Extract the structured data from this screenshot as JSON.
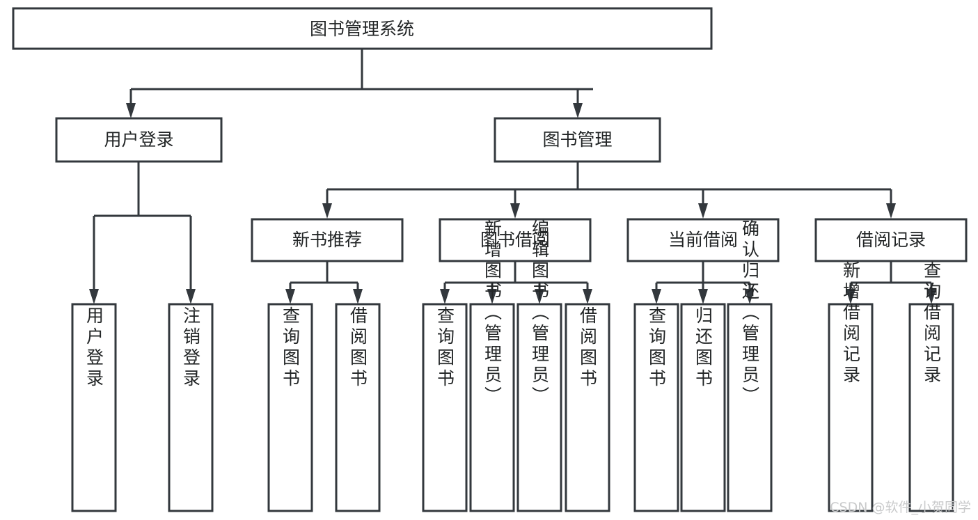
{
  "diagram": {
    "type": "tree-hierarchy",
    "title": "图书管理系统",
    "root": {
      "id": "root",
      "label": "图书管理系统"
    },
    "level2": [
      {
        "id": "user-login",
        "label": "用户登录"
      },
      {
        "id": "book-manage",
        "label": "图书管理"
      }
    ],
    "level3": [
      {
        "id": "new-book-rec",
        "label": "新书推荐",
        "parent": "book-manage"
      },
      {
        "id": "book-borrow",
        "label": "图书借阅",
        "parent": "book-manage"
      },
      {
        "id": "current-borrow",
        "label": "当前借阅",
        "parent": "book-manage"
      },
      {
        "id": "borrow-record",
        "label": "借阅记录",
        "parent": "book-manage"
      }
    ],
    "leaves": [
      {
        "id": "leaf-user-login",
        "label": "用户登录",
        "parent": "user-login"
      },
      {
        "id": "leaf-logout",
        "label": "注销登录",
        "parent": "user-login"
      },
      {
        "id": "leaf-query-book-1",
        "label": "查询图书",
        "parent": "new-book-rec"
      },
      {
        "id": "leaf-borrow-book-1",
        "label": "借阅图书",
        "parent": "new-book-rec"
      },
      {
        "id": "leaf-query-book-2",
        "label": "查询图书",
        "parent": "book-borrow"
      },
      {
        "id": "leaf-add-book",
        "label": "新增图书（管理员）",
        "parent": "book-borrow"
      },
      {
        "id": "leaf-edit-book",
        "label": "编辑图书（管理员）",
        "parent": "book-borrow"
      },
      {
        "id": "leaf-borrow-book-2",
        "label": "借阅图书",
        "parent": "book-borrow"
      },
      {
        "id": "leaf-query-book-3",
        "label": "查询图书",
        "parent": "current-borrow"
      },
      {
        "id": "leaf-return-book",
        "label": "归还图书",
        "parent": "current-borrow"
      },
      {
        "id": "leaf-confirm-return",
        "label": "确认归还（管理员）",
        "parent": "current-borrow"
      },
      {
        "id": "leaf-add-record",
        "label": "新增借阅记录",
        "parent": "borrow-record"
      },
      {
        "id": "leaf-query-record",
        "label": "查询借阅记录",
        "parent": "borrow-record"
      }
    ],
    "colors": {
      "stroke": "#33383d",
      "fill": "#ffffff",
      "text": "#222526",
      "watermark": "#c9cacb"
    }
  },
  "watermark": {
    "text": "CSDN @软件_小贺同学"
  }
}
